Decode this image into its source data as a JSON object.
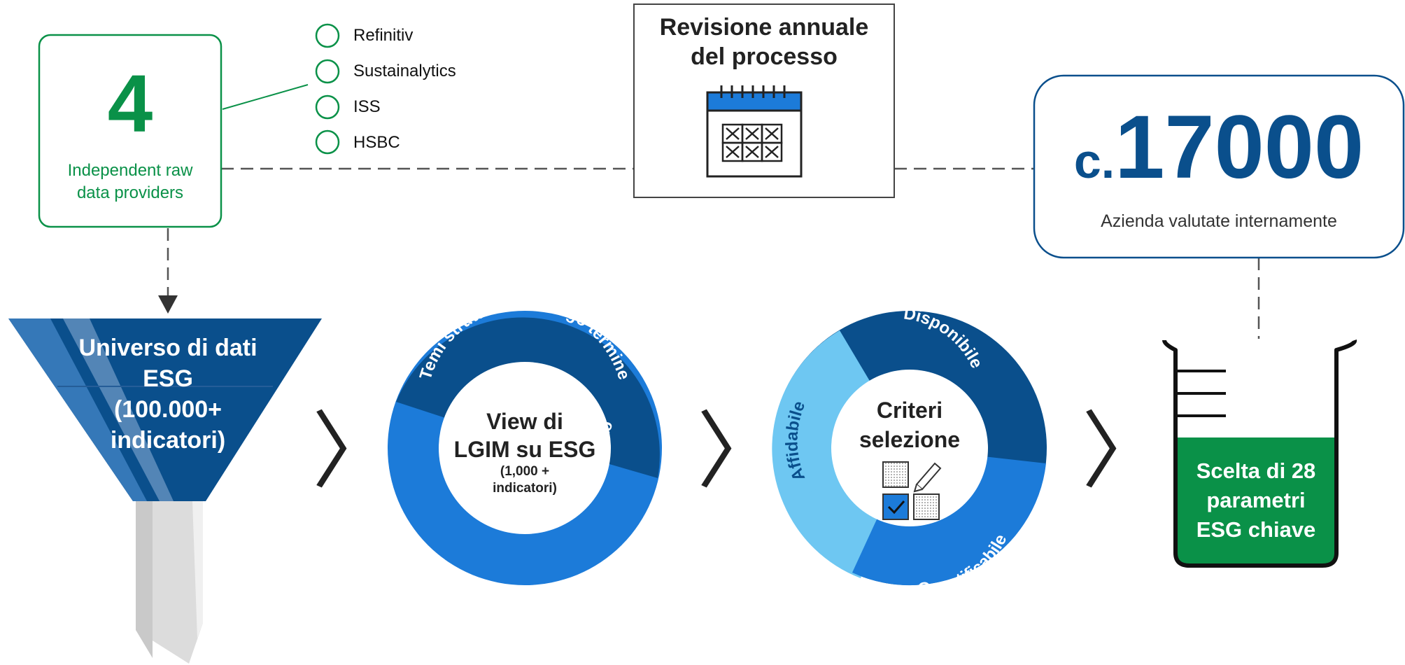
{
  "providers": {
    "count": "4",
    "caption_line1": "Independent raw",
    "caption_line2": "data providers",
    "list": [
      "Refinitiv",
      "Sustainalytics",
      "ISS",
      "HSBC"
    ]
  },
  "review": {
    "line1": "Revisione annuale",
    "line2": "del processo"
  },
  "companies": {
    "prefix": "c.",
    "number": "17000",
    "caption": "Azienda valutate internamente"
  },
  "funnel": {
    "lines": [
      "Universo di dati",
      "ESG",
      "(100.000+",
      "indicatori)"
    ]
  },
  "view_ring": {
    "arc_top": "Temi strutturali di lungo termine",
    "arc_left": "Standard ESG a livello mercato",
    "center_line1": "View di",
    "center_line2": "LGIM su ESG",
    "center_small1": "(1,000 +",
    "center_small2": "indicatori)"
  },
  "criteria_ring": {
    "arc_top": "Disponibile",
    "arc_left": "Affidabile",
    "arc_bottom": "Quantificabile",
    "center_line1": "Criteri",
    "center_line2": "selezione"
  },
  "beaker": {
    "lines": [
      "Scelta di 28",
      "parametri",
      "ESG chiave"
    ]
  },
  "arrows": {
    "glyph": "〉"
  },
  "colors": {
    "green": "#0a9148",
    "dark_blue": "#0a4f8c",
    "mid_blue": "#1c7bd9",
    "light_blue": "#5cc0ee",
    "grey": "#555555"
  }
}
